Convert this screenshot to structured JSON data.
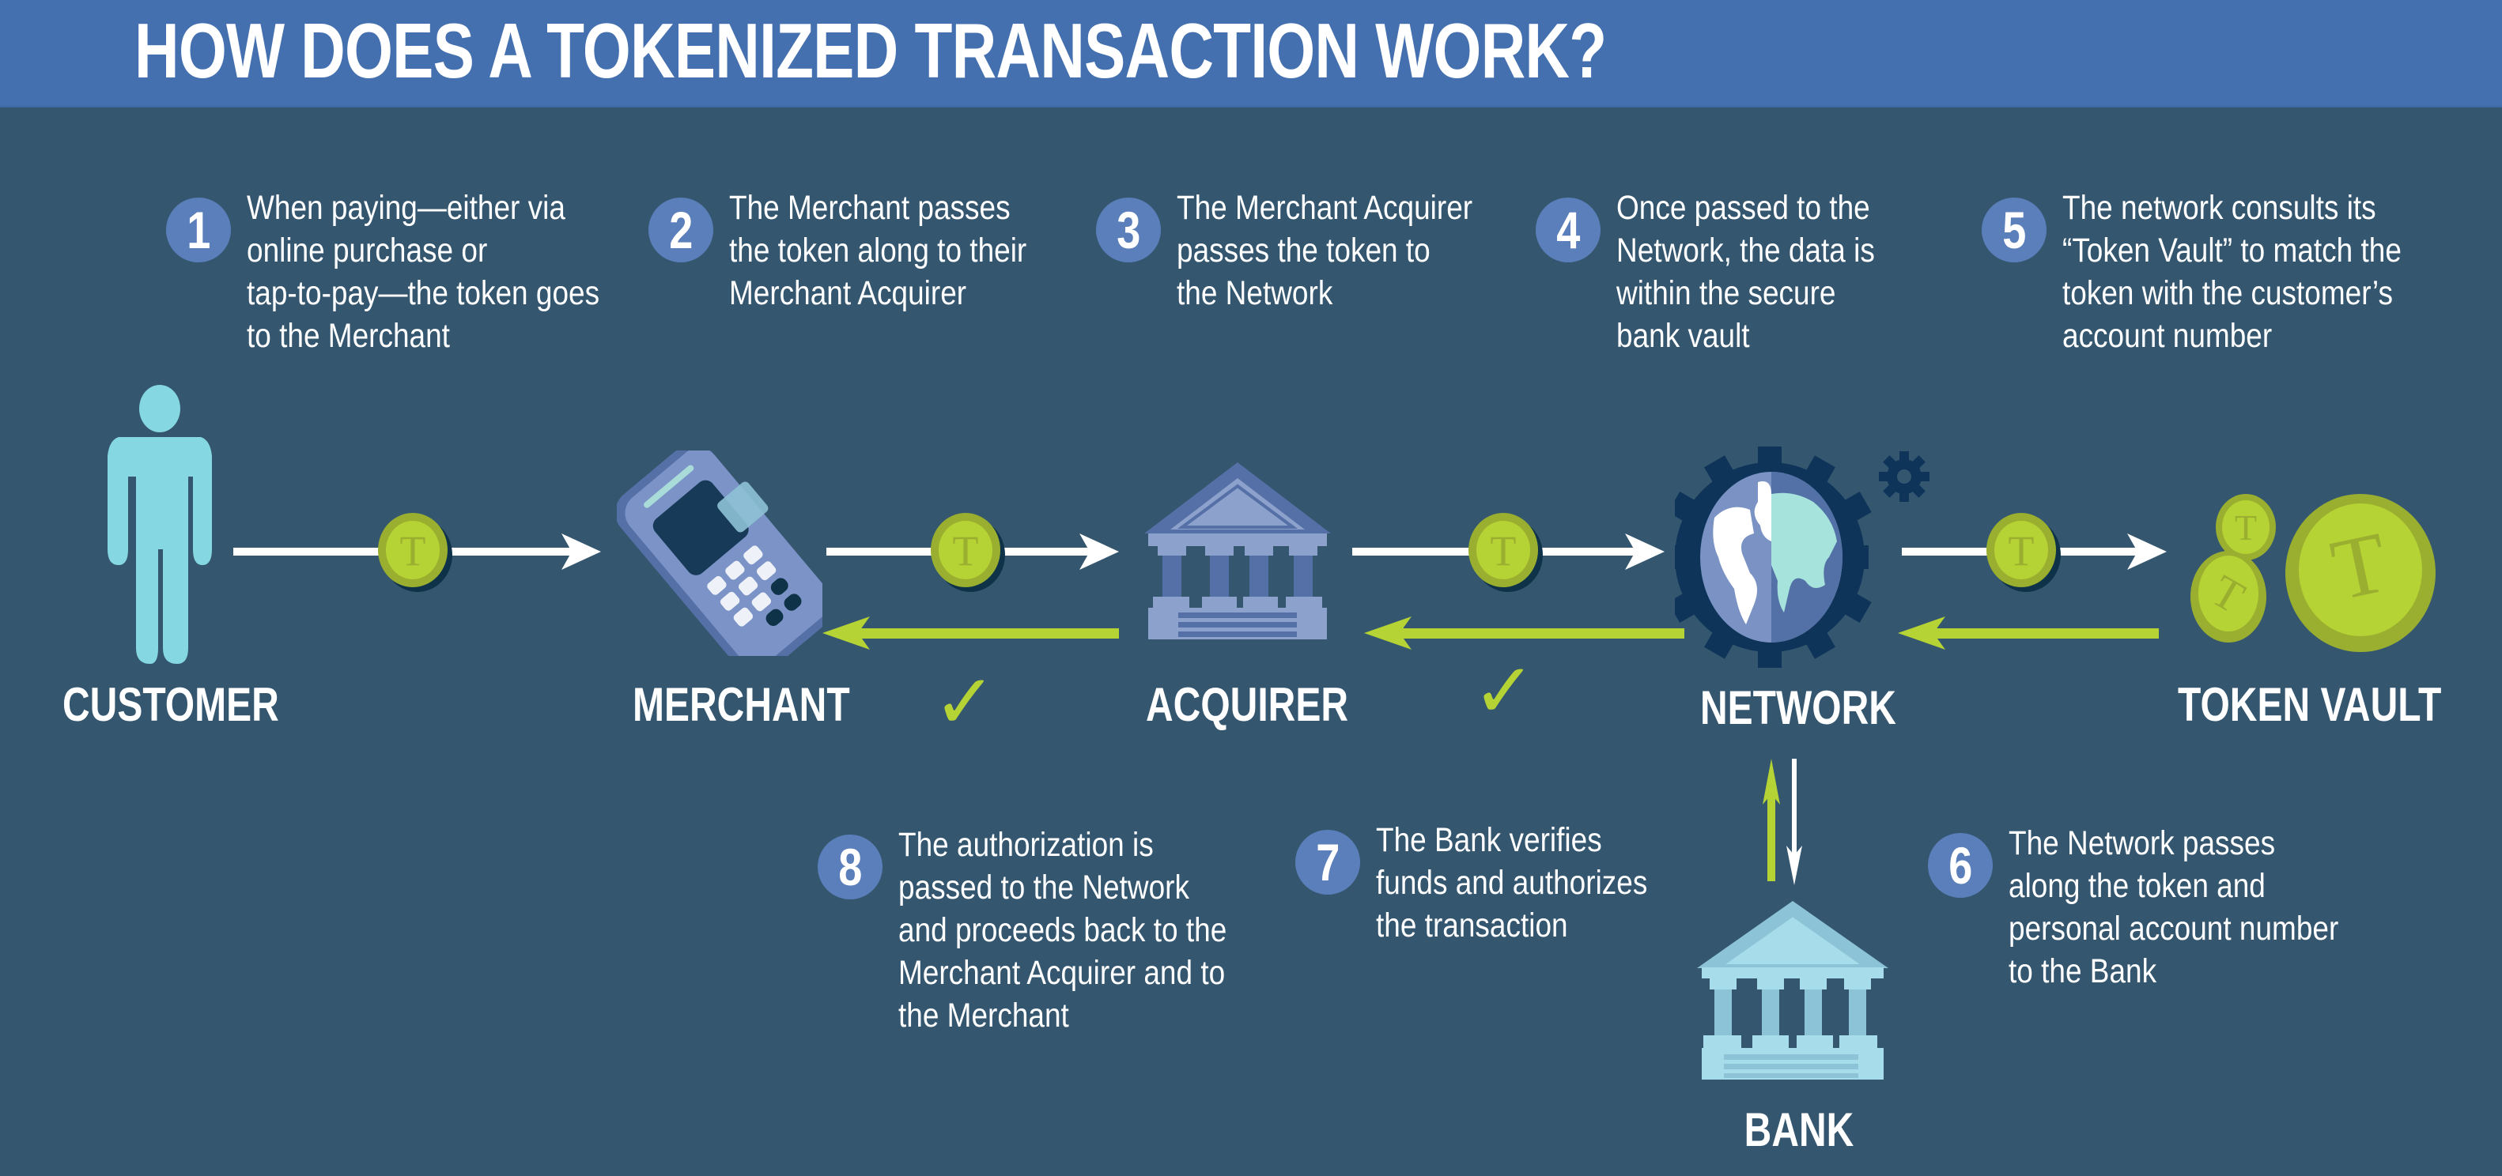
{
  "header": {
    "title": "HOW DOES A TOKENIZED TRANSACTION WORK?"
  },
  "colors": {
    "header_bg": "#4470B0",
    "body_bg": "#34566F",
    "step_circle": "#5B7FBA",
    "token_lime": "#B5D334",
    "token_dark_lime": "#9AAF30",
    "person_cyan": "#85D8E2",
    "forward_arrow": "#FFFFFF",
    "return_arrow": "#B5D334"
  },
  "nodes": {
    "customer": "CUSTOMER",
    "merchant": "MERCHANT",
    "acquirer": "ACQUIRER",
    "network": "NETWORK",
    "token_vault": "TOKEN VAULT",
    "bank": "BANK"
  },
  "token_symbol": "T",
  "check_symbol": "✓",
  "steps": [
    {
      "num": "1",
      "text": "When paying—either via\nonline purchase or\ntap-to-pay—the token goes\nto the Merchant"
    },
    {
      "num": "2",
      "text": "The Merchant passes\nthe token along to their\nMerchant Acquirer"
    },
    {
      "num": "3",
      "text": "The Merchant Acquirer\npasses the token to\nthe Network"
    },
    {
      "num": "4",
      "text": "Once passed to the\nNetwork, the data is\nwithin the secure\nbank vault"
    },
    {
      "num": "5",
      "text": "The network consults its\n“Token Vault” to match the\ntoken with the customer’s\naccount number"
    },
    {
      "num": "6",
      "text": "The Network passes\nalong the token and\npersonal account number\nto the Bank"
    },
    {
      "num": "7",
      "text": "The Bank verifies\nfunds and authorizes\nthe transaction"
    },
    {
      "num": "8",
      "text": "The authorization is\npassed to the Network\nand proceeds back to the\nMerchant Acquirer and to\nthe Merchant"
    }
  ]
}
